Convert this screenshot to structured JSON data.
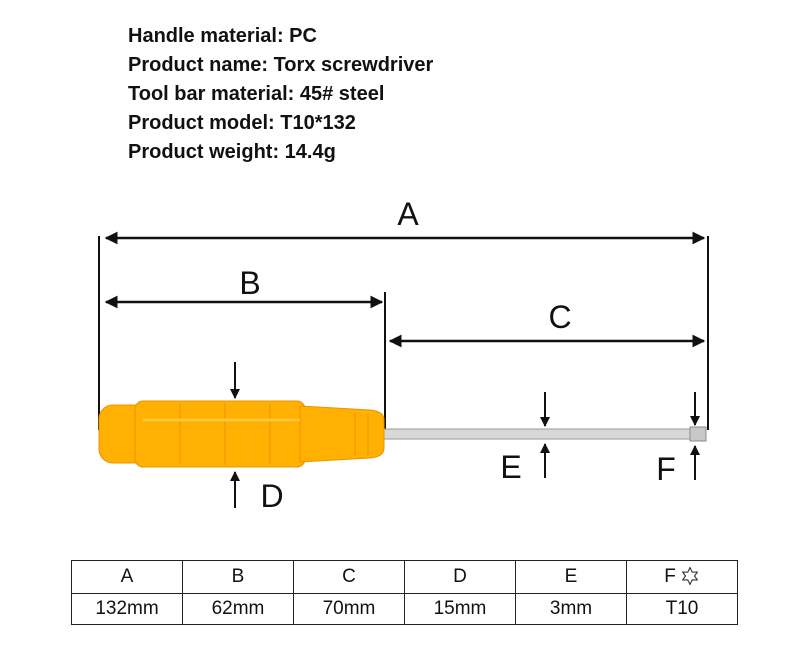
{
  "specs": {
    "handle_material": "Handle material: PC",
    "product_name": "Product name: Torx screwdriver",
    "tool_bar_material": "Tool bar material: 45# steel",
    "product_model": "Product model: T10*132",
    "product_weight": "Product weight: 14.4g"
  },
  "labels": {
    "A": "A",
    "B": "B",
    "C": "C",
    "D": "D",
    "E": "E",
    "F": "F"
  },
  "table": {
    "headers": [
      "A",
      "B",
      "C",
      "D",
      "E",
      "F"
    ],
    "values": [
      "132mm",
      "62mm",
      "70mm",
      "15mm",
      "3mm",
      "T10"
    ]
  },
  "colors": {
    "handle": "#FFB000",
    "handle_shade": "#F59A00",
    "shaft": "#D8D8D8",
    "line": "#111111"
  },
  "icons": {
    "torx": "torx-star-icon"
  }
}
